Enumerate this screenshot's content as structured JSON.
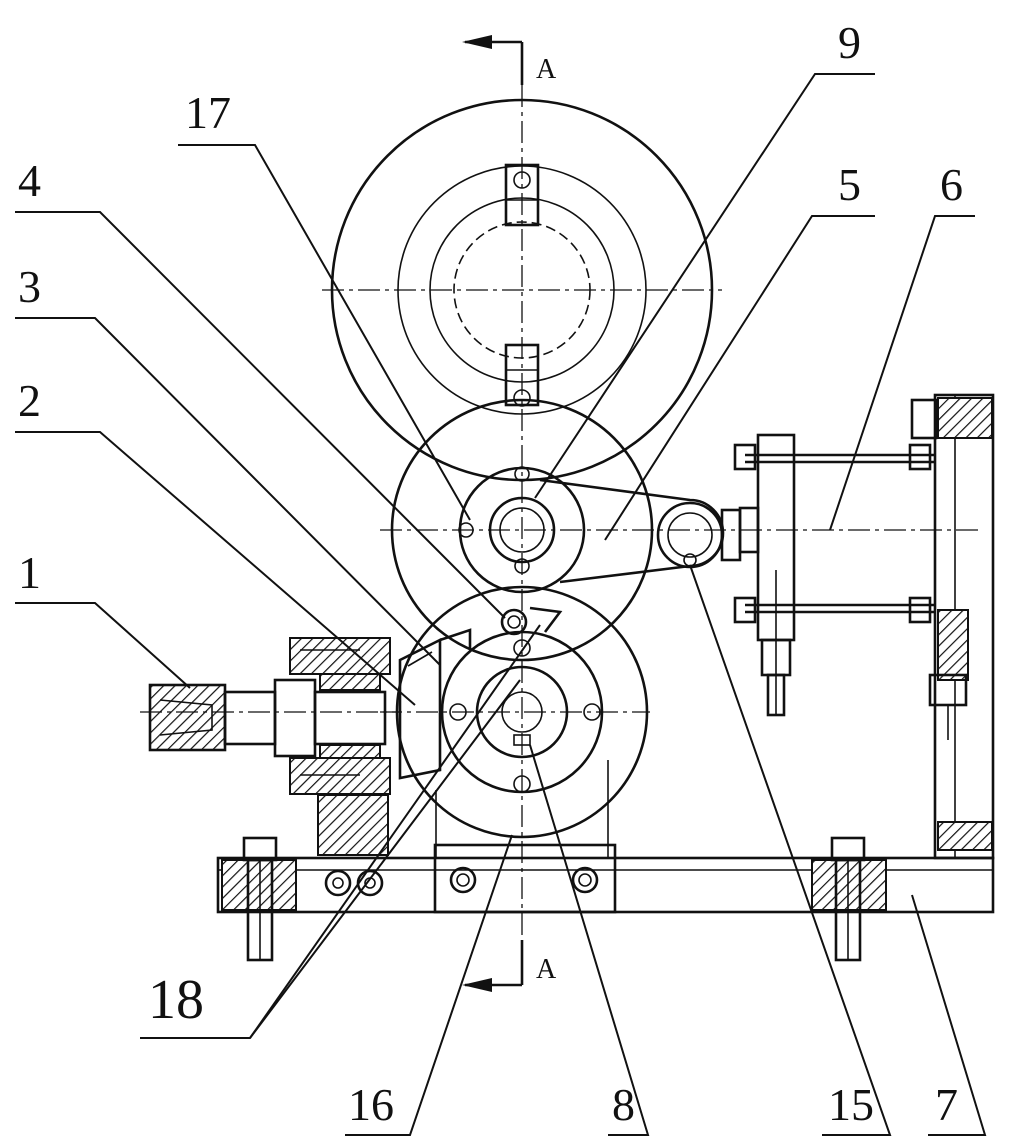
{
  "section": {
    "top": "A",
    "bottom": "A"
  },
  "labels": {
    "l1": "1",
    "l2": "2",
    "l3": "3",
    "l4": "4",
    "l5": "5",
    "l6": "6",
    "l7": "7",
    "l8": "8",
    "l9": "9",
    "l15": "15",
    "l16": "16",
    "l17": "17",
    "l18": "18"
  }
}
